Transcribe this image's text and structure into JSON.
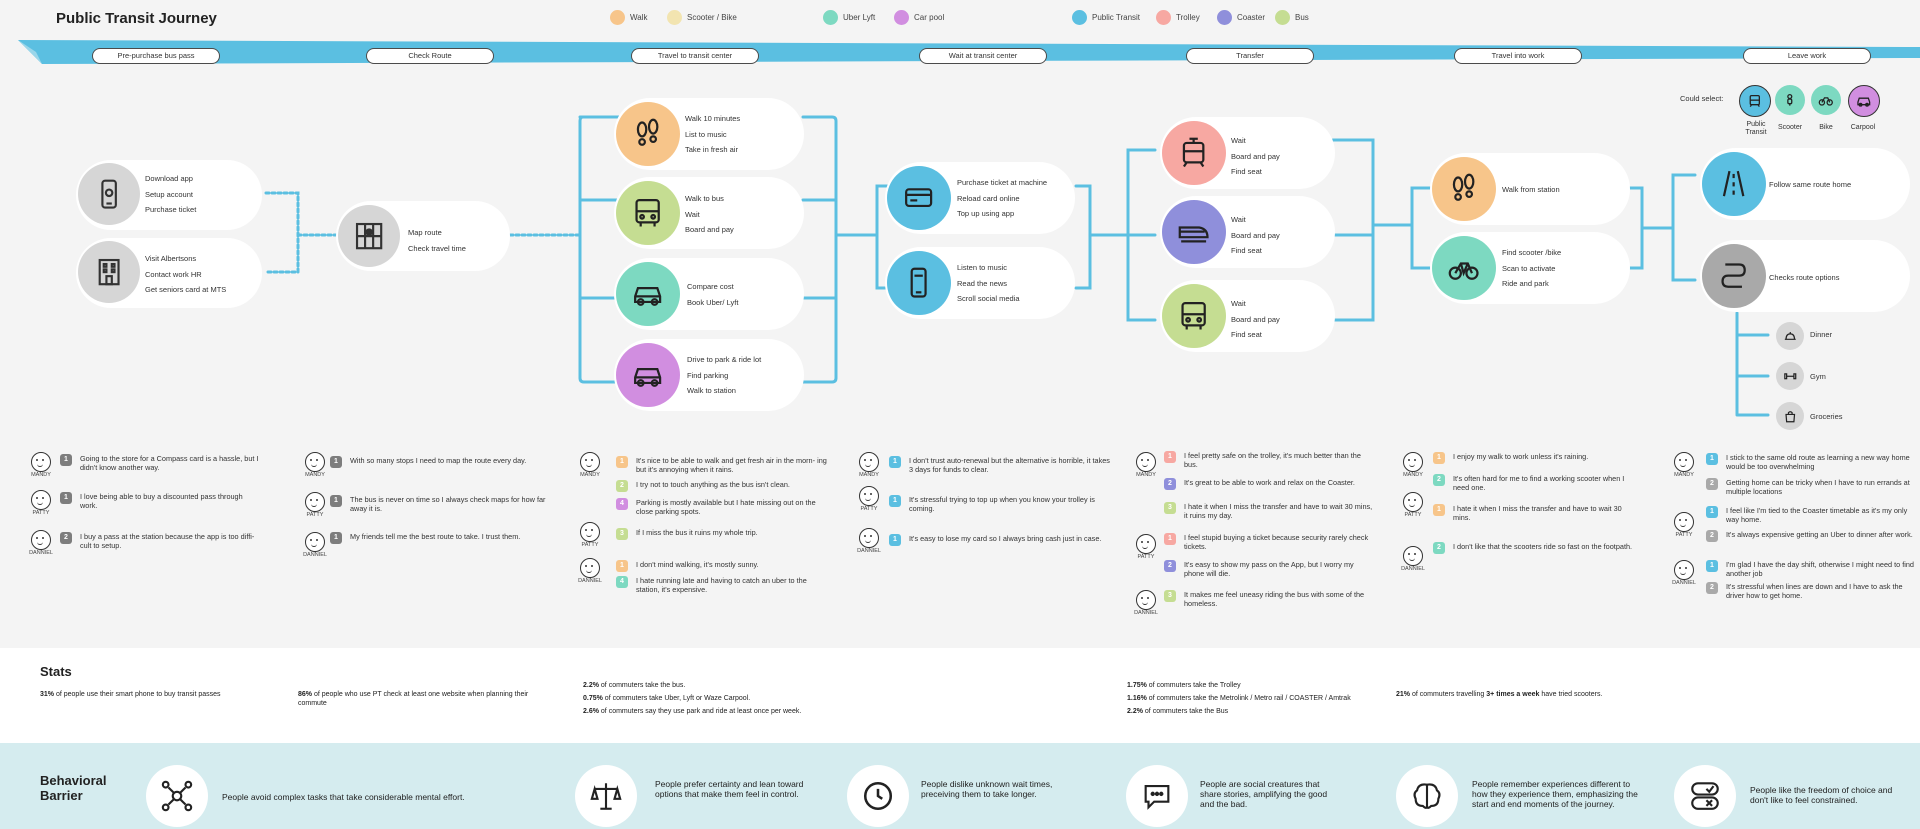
{
  "title": "Public Transit Journey",
  "legend": [
    {
      "label": "Walk",
      "color": "#f7c58a"
    },
    {
      "label": "Scooter / Bike",
      "color": "#f2e4b0"
    },
    {
      "label": "Uber Lyft",
      "color": "#7dd9c1"
    },
    {
      "label": "Car pool",
      "color": "#d18ee0"
    },
    {
      "label": "Public Transit",
      "color": "#5bbfe1"
    },
    {
      "label": "Trolley",
      "color": "#f7a8a2"
    },
    {
      "label": "Coaster",
      "color": "#8f8fdb"
    },
    {
      "label": "Bus",
      "color": "#c5dd92"
    }
  ],
  "stages": [
    "Pre-purchase bus pass",
    "Check Route",
    "Travel to transit center",
    "Wait at transit center",
    "Transfer",
    "Travel into work",
    "Leave work"
  ],
  "could_select": {
    "label": "Could select:",
    "options": [
      {
        "label": "Public Transit",
        "color": "#5bbfe1",
        "icon": "train-icon"
      },
      {
        "label": "Scooter",
        "color": "#7dd9c1",
        "icon": "scooter-icon"
      },
      {
        "label": "Bike",
        "color": "#7dd9c1",
        "icon": "bike-icon"
      },
      {
        "label": "Carpool",
        "color": "#d18ee0",
        "icon": "car-icon"
      }
    ]
  },
  "cards": {
    "prepurchase_app": {
      "lines": [
        "Download app",
        "Setup account",
        "Purchase ticket"
      ],
      "color": "#d6d6d6",
      "icon": "phone-icon"
    },
    "prepurchase_store": {
      "lines": [
        "Visit Albertsons",
        "Contact work HR",
        "Get seniors card at MTS"
      ],
      "color": "#d6d6d6",
      "icon": "building-icon"
    },
    "check_route": {
      "lines": [
        "Map route",
        "Check travel time"
      ],
      "color": "#d6d6d6",
      "icon": "map-icon"
    },
    "walk": {
      "lines": [
        "Walk 10 minutes",
        "List to music",
        "Take in fresh air"
      ],
      "color": "#f7c58a",
      "icon": "footprints-icon"
    },
    "bus": {
      "lines": [
        "Walk to bus",
        "Wait",
        "Board and pay"
      ],
      "color": "#c5dd92",
      "icon": "bus-icon"
    },
    "uber": {
      "lines": [
        "Compare cost",
        "Book Uber/ Lyft"
      ],
      "color": "#7dd9c1",
      "icon": "car-icon"
    },
    "parkride": {
      "lines": [
        "Drive to park & ride lot",
        "Find parking",
        "Walk to station"
      ],
      "color": "#d18ee0",
      "icon": "car-icon"
    },
    "ticket_machine": {
      "lines": [
        "Purchase ticket at machine",
        "Reload card online",
        "Top up using app"
      ],
      "color": "#5bbfe1",
      "icon": "card-icon"
    },
    "listen": {
      "lines": [
        "Listen to music",
        "Read the news",
        "Scroll social media"
      ],
      "color": "#5bbfe1",
      "icon": "phone-icon"
    },
    "trolley": {
      "lines": [
        "Wait",
        "Board and pay",
        "Find seat"
      ],
      "color": "#f7a8a2",
      "icon": "trolley-icon"
    },
    "coaster": {
      "lines": [
        "Wait",
        "Board and pay",
        "Find seat"
      ],
      "color": "#8f8fdb",
      "icon": "train-icon"
    },
    "bus2": {
      "lines": [
        "Wait",
        "Board and pay",
        "Find seat"
      ],
      "color": "#c5dd92",
      "icon": "bus-icon"
    },
    "walk_station": {
      "lines": [
        "Walk from station"
      ],
      "color": "#f7c58a",
      "icon": "footprints-icon"
    },
    "scooter": {
      "lines": [
        "Find scooter /bike",
        "Scan to activate",
        "Ride and park"
      ],
      "color": "#7dd9c1",
      "icon": "bike-icon"
    },
    "same_route": {
      "lines": [
        "Follow same route home"
      ],
      "color": "#5bbfe1",
      "icon": "road-icon"
    },
    "route_options": {
      "lines": [
        "Checks route options"
      ],
      "color": "#a9a9a9",
      "icon": "route-icon"
    }
  },
  "sub_options": [
    {
      "label": "Dinner",
      "icon": "dinner-icon"
    },
    {
      "label": "Gym",
      "icon": "dumbbell-icon"
    },
    {
      "label": "Groceries",
      "icon": "grocery-icon"
    }
  ],
  "personas": {
    "mandy": "MANDY",
    "patty": "PATTY",
    "danniel": "DANNIEL"
  },
  "quotes": {
    "col1": [
      {
        "num": "1",
        "color": "#7d7d7d",
        "text": "Going to the store for a Compass card is a hassle, but I didn't know another way."
      },
      {
        "num": "1",
        "color": "#7d7d7d",
        "text": "I love being able to buy a discounted pass through work."
      },
      {
        "num": "2",
        "color": "#7d7d7d",
        "text": "I buy a pass at the station because the app is too diffi- cult to setup."
      }
    ],
    "col2": [
      {
        "num": "1",
        "color": "#7d7d7d",
        "text": "With so many stops I need to map the route every day."
      },
      {
        "num": "1",
        "color": "#7d7d7d",
        "text": "The bus is never on time so I always check maps for how far away it is."
      },
      {
        "num": "1",
        "color": "#7d7d7d",
        "text": "My friends tell me the best route to take. I trust them."
      }
    ],
    "col3": [
      {
        "num": "1",
        "color": "#f7c58a",
        "text": "It's nice to be able to walk and get fresh air in the morn- ing but it's annoying when it rains."
      },
      {
        "num": "2",
        "color": "#c5dd92",
        "text": "I try not to touch anything as the bus isn't clean."
      },
      {
        "num": "4",
        "color": "#d18ee0",
        "text": "Parking is mostly available but I hate missing out on the close parking spots."
      },
      {
        "num": "3",
        "color": "#c5dd92",
        "text": "If I miss the bus it ruins my whole trip."
      },
      {
        "num": "1",
        "color": "#f7c58a",
        "text": "I don't mind walking, it's mostly sunny."
      },
      {
        "num": "4",
        "color": "#7dd9c1",
        "text": "I hate running late and having to catch an uber to the station, it's expensive."
      }
    ],
    "col4": [
      {
        "num": "1",
        "color": "#5bbfe1",
        "text": "I don't trust auto-renewal but the alternative is horrible, it takes 3 days for funds to clear."
      },
      {
        "num": "1",
        "color": "#5bbfe1",
        "text": "It's stressful trying to top up when you know your trolley is coming."
      },
      {
        "num": "1",
        "color": "#5bbfe1",
        "text": "It's easy to lose my card so I always bring cash just in case."
      }
    ],
    "col5": [
      {
        "num": "1",
        "color": "#f7a8a2",
        "text": "I feel pretty safe on the trolley, it's much better than the bus."
      },
      {
        "num": "2",
        "color": "#8f8fdb",
        "text": "It's great to be able to work and relax on the Coaster."
      },
      {
        "num": "3",
        "color": "#c5dd92",
        "text": "I hate it when I miss the transfer and have to wait 30 mins, it ruins my day."
      },
      {
        "num": "1",
        "color": "#f7a8a2",
        "text": "I feel stupid buying a ticket because security rarely check tickets."
      },
      {
        "num": "2",
        "color": "#8f8fdb",
        "text": "It's easy to show my pass on the App, but I worry my phone will die."
      },
      {
        "num": "3",
        "color": "#c5dd92",
        "text": "It makes me feel uneasy riding the bus with some of the homeless."
      }
    ],
    "col6": [
      {
        "num": "1",
        "color": "#f7c58a",
        "text": "I enjoy my walk to work unless it's raining."
      },
      {
        "num": "2",
        "color": "#7dd9c1",
        "text": "It's often hard for me to find a working scooter when I need one."
      },
      {
        "num": "1",
        "color": "#f7c58a",
        "text": "I hate it when I miss the transfer and have to wait 30 mins."
      },
      {
        "num": "2",
        "color": "#7dd9c1",
        "text": "I don't like that the scooters ride so fast on the footpath."
      }
    ],
    "col7": [
      {
        "num": "1",
        "color": "#5bbfe1",
        "text": "I stick to the same old route as learning a new way home would be too overwhelming"
      },
      {
        "num": "2",
        "color": "#a9a9a9",
        "text": "Getting home can be tricky when I have to run errands at multiple locations"
      },
      {
        "num": "1",
        "color": "#5bbfe1",
        "text": "I feel like I'm tied to the Coaster timetable as it's my only way home."
      },
      {
        "num": "2",
        "color": "#a9a9a9",
        "text": "It's always expensive getting an Uber to dinner after work."
      },
      {
        "num": "1",
        "color": "#5bbfe1",
        "text": "I'm glad I have the day shift, otherwise I might need to find another job"
      },
      {
        "num": "2",
        "color": "#a9a9a9",
        "text": "It's stressful when lines are down and I have to ask the driver how to get home."
      }
    ]
  },
  "stats": {
    "heading": "Stats",
    "items": [
      {
        "bold": "31%",
        "rest": " of people use their smart phone to buy transit passes"
      },
      {
        "bold": "86%",
        "rest": " of people who use PT check at least one website when planning their commute"
      },
      {
        "bold": "2.2%",
        "rest": " of commuters take the bus."
      },
      {
        "bold": "0.75%",
        "rest": " of commuters take Uber, Lyft or Waze Carpool."
      },
      {
        "bold": "2.6%",
        "rest": " of commuters say they use park and ride at least once per week."
      },
      {
        "bold": "1.75%",
        "rest": " of commuters take the Trolley"
      },
      {
        "bold": "1.16%",
        "rest": " of commuters take the Metrolink / Metro rail / COASTER / Amtrak"
      },
      {
        "bold": "2.2%",
        "rest": " of commuters take the Bus"
      },
      {
        "bold": "21%",
        "rest": " of commuters travelling ",
        "bold2": "3+ times a week",
        "rest2": " have tried scooters."
      }
    ]
  },
  "barrier": {
    "heading": "Behavioral Barrier",
    "items": [
      {
        "icon": "network-icon",
        "text": "People avoid complex tasks that take considerable mental effort."
      },
      {
        "icon": "scale-icon",
        "text": "People prefer certainty and lean toward options that make them feel in control."
      },
      {
        "icon": "clock-icon",
        "text": "People dislike unknown wait times, preceiving them to take longer."
      },
      {
        "icon": "chat-icon",
        "text": "People are social creatures that share stories, amplifying the good and the bad."
      },
      {
        "icon": "brain-icon",
        "text": "People remember experiences different to how they  experience them, emphasizing the start and end moments of the journey."
      },
      {
        "icon": "choice-icon",
        "text": "People like the freedom of choice and don't like to feel constrained."
      }
    ]
  }
}
